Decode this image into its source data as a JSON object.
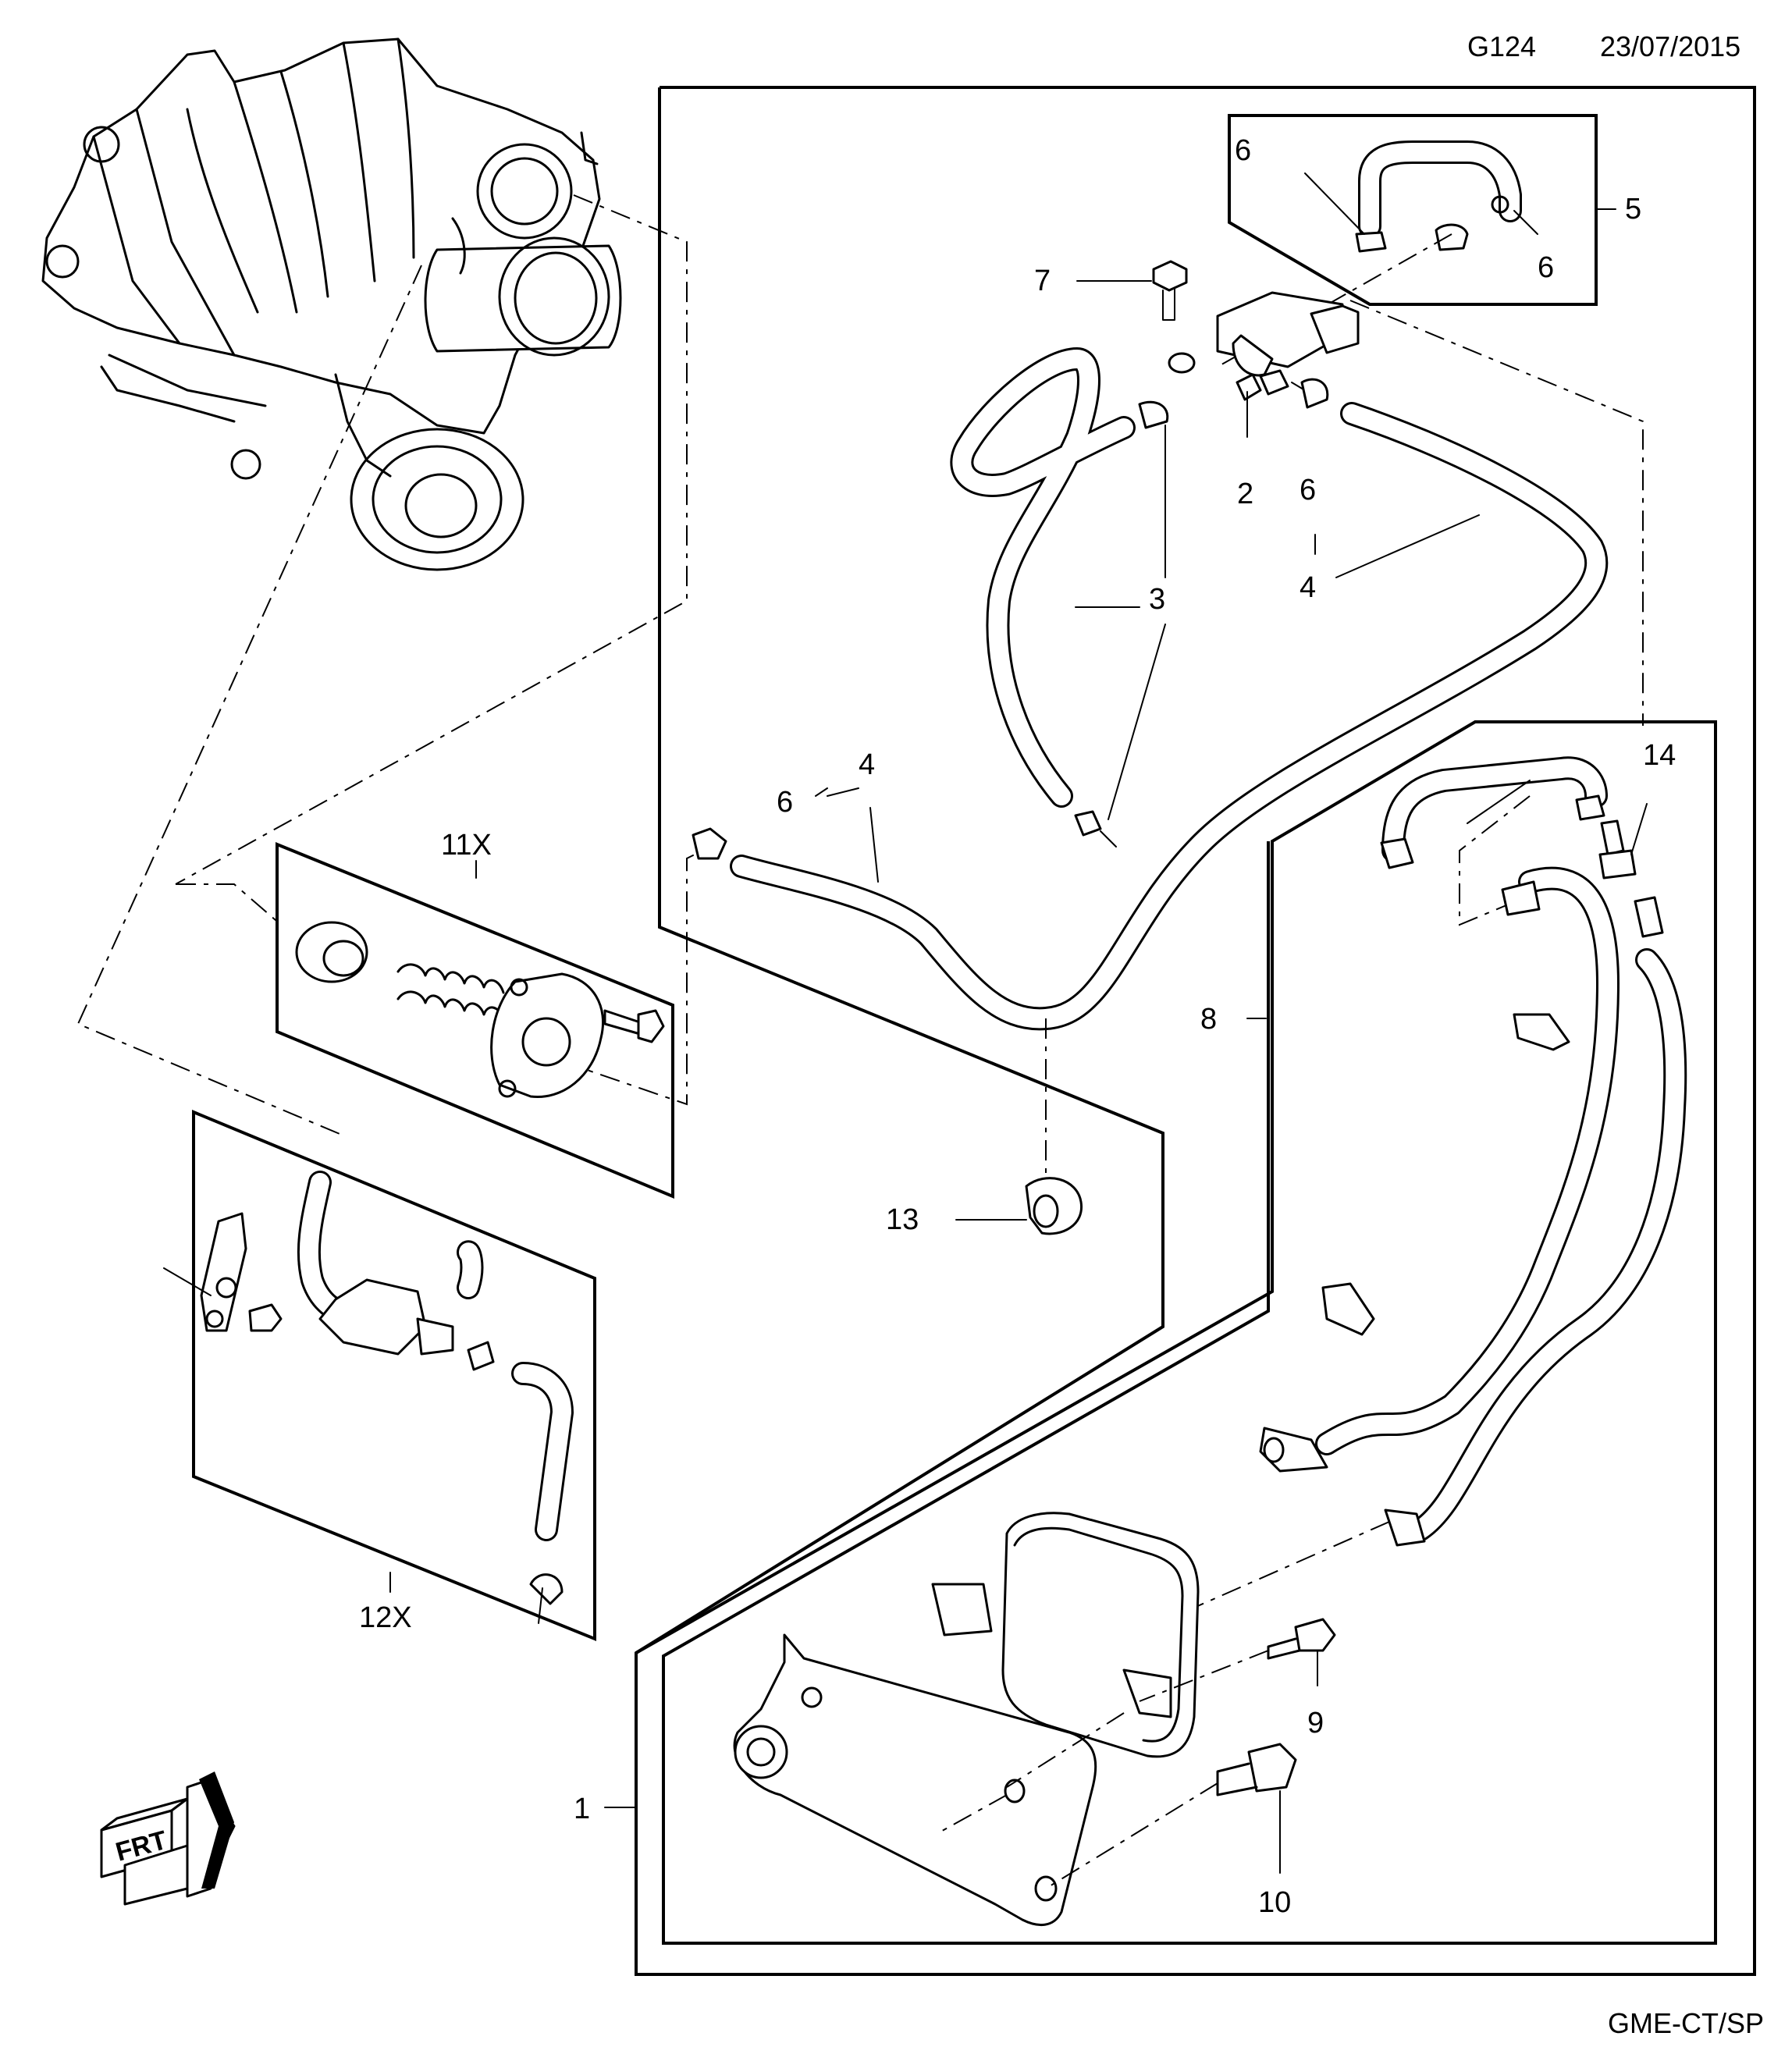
{
  "header": {
    "code": "G124",
    "date": "23/07/2015"
  },
  "footer": {
    "source": "GME-CT/SP"
  },
  "orientation": {
    "label": "FRT",
    "icon": "front-direction-arrow-icon"
  },
  "callouts": {
    "c1": "1",
    "c2": "2",
    "c3a": "3",
    "c3b": "3",
    "c4a": "4",
    "c4b": "4",
    "c5": "5",
    "c6a": "6",
    "c6b": "6",
    "c6c": "6",
    "c6d": "6",
    "c7": "7",
    "c8": "8",
    "c9": "9",
    "c10": "10",
    "c11x": "11X",
    "c12x": "12X",
    "c13": "13",
    "c14": "14"
  }
}
